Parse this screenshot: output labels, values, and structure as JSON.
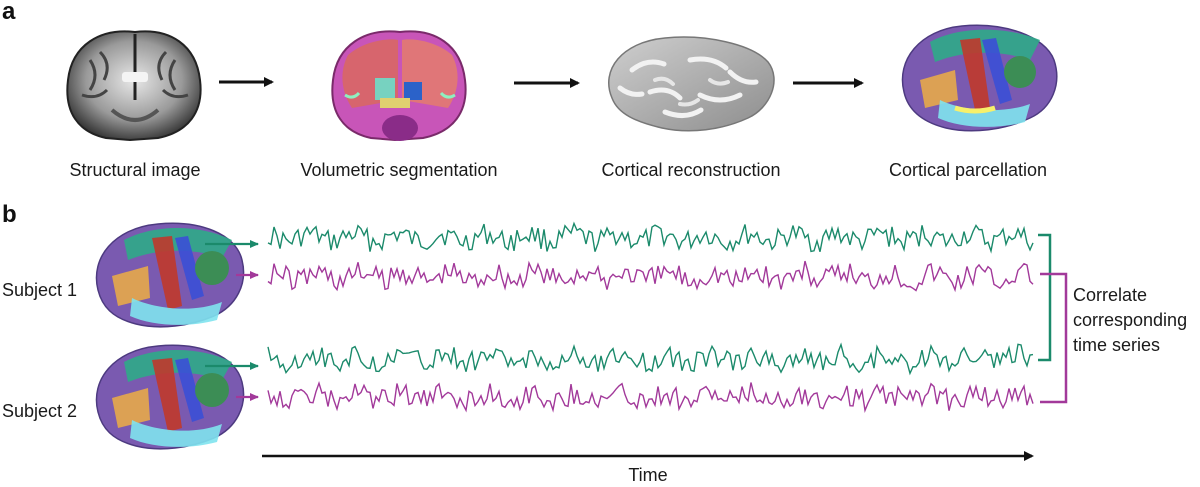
{
  "panels": {
    "a": {
      "letter": "a",
      "steps": [
        {
          "label": "Structural image",
          "icon": "structural-mri-slice"
        },
        {
          "label": "Volumetric segmentation",
          "icon": "segmented-mri-slice"
        },
        {
          "label": "Cortical reconstruction",
          "icon": "inflated-cortex"
        },
        {
          "label": "Cortical parcellation",
          "icon": "parcellated-cortex"
        }
      ]
    },
    "b": {
      "letter": "b",
      "subjects": [
        {
          "label": "Subject 1"
        },
        {
          "label": "Subject 2"
        }
      ],
      "side_label": "Correlate corresponding time series",
      "time_label": "Time"
    }
  },
  "colors": {
    "series_teal": "#1b8a6b",
    "series_magenta": "#a2399a",
    "arrow": "#111111"
  }
}
